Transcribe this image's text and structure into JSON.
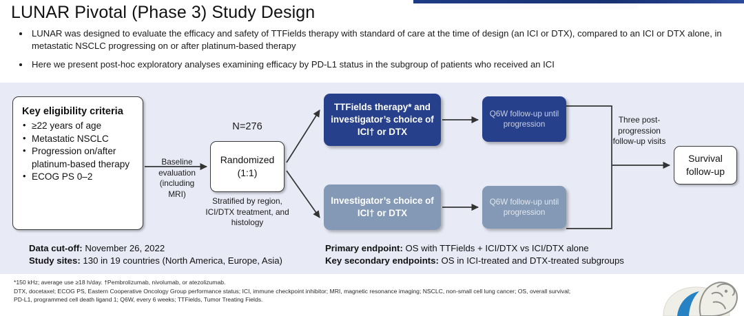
{
  "slide": {
    "title": "LUNAR Pivotal (Phase 3) Study Design",
    "bullets": [
      "LUNAR was designed to evaluate the efficacy and safety of TTFields therapy with standard of care at the time of design (an ICI or DTX), compared to an ICI or DTX alone, in metastatic NSCLC progressing on or after platinum-based therapy",
      "Here we present post-hoc exploratory analyses examining efficacy by PD-L1 status in the subgroup of patients who received an ICI"
    ]
  },
  "diagram": {
    "eligibility": {
      "heading": "Key eligibility criteria",
      "criteria": [
        "≥22 years of age",
        "Metastatic NSCLC",
        "Progression on/after platinum-based therapy",
        "ECOG PS 0–2"
      ]
    },
    "baseline_label": "Baseline evaluation (including MRI)",
    "n_label": "N=276",
    "randomized": "Randomized (1:1)",
    "stratification": "Stratified by region, ICI/DTX treatment, and histology",
    "arm_experimental": "TTFields therapy* and investigator’s choice of ICI† or DTX",
    "arm_control": "Investigator’s choice of ICI† or DTX",
    "followup_top": "Q6W follow-up until progression",
    "followup_bottom": "Q6W follow-up until progression",
    "post_progression_label": "Three post-progression follow-up visits",
    "survival": "Survival follow-up"
  },
  "details": {
    "data_cutoff_label": "Data cut-off:",
    "data_cutoff_value": " November 26, 2022",
    "study_sites_label": "Study sites:",
    "study_sites_value": " 130 in 19 countries (North America, Europe, Asia)",
    "primary_endpoint_label": "Primary endpoint:",
    "primary_endpoint_value": " OS with TTFields + ICI/DTX vs ICI/DTX alone",
    "secondary_endpoints_label": "Key secondary endpoints:",
    "secondary_endpoints_value": " OS in ICI-treated and DTX-treated subgroups"
  },
  "footnotes": {
    "line1": "*150 kHz; average use ≥18 h/day. †Pembrolizumab, nivolumab, or atezolizumab.",
    "line2": "DTX, docetaxel; ECOG PS, Eastern Cooperative Oncology Group performance status; ICI, immune checkpoint inhibitor; MRI, magnetic resonance imaging; NSCLC, non-small cell lung cancer; OS, overall survival;",
    "line3": "PD-L1, programmed cell death ligand 1; Q6W, every 6 weeks; TTFields, Tumor Treating Fields."
  },
  "colors": {
    "panel_bg": "#e8ebf6",
    "dark_blue": "#26408b",
    "light_slate": "#8399b5",
    "ribbon_blue": "#1d3a86",
    "logo_blue": "#1b7cc0"
  }
}
